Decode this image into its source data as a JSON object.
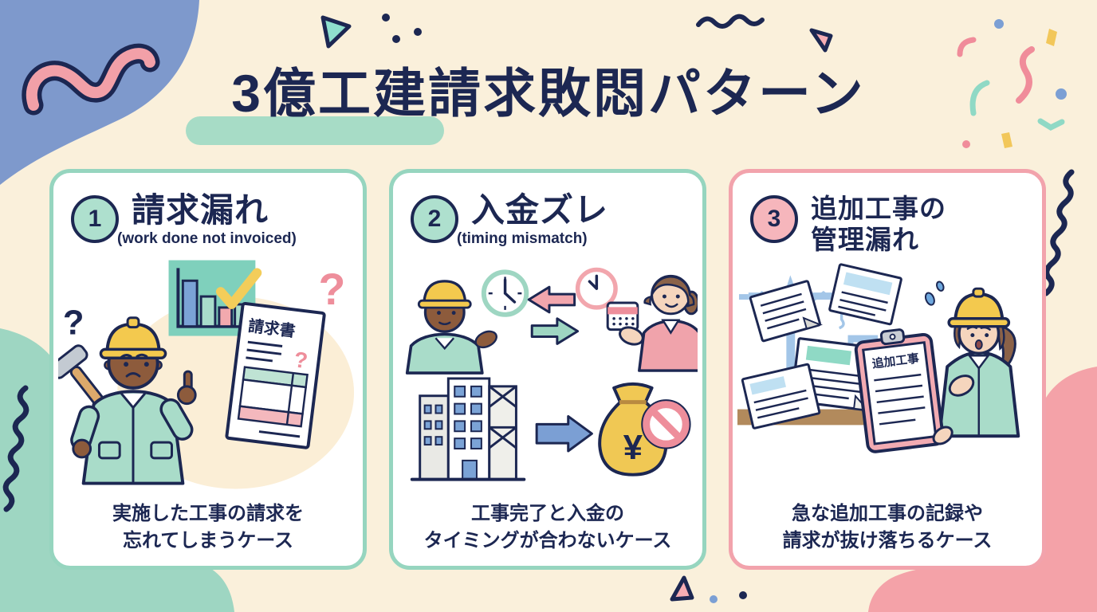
{
  "page": {
    "title": "3億工建請求敗悶パターン"
  },
  "cards": [
    {
      "number": "1",
      "title": "請求漏れ",
      "title_line2": "",
      "subtitle": "(work done not invoiced)",
      "caption_line1": "実施した工事の請求を",
      "caption_line2": "忘れてしまうケース",
      "accent_border": "#96D5BF",
      "badge_fill": "#AEE0CE",
      "illustration": {
        "invoice_label": "請求書",
        "question_mark": "?"
      }
    },
    {
      "number": "2",
      "title": "入金ズレ",
      "title_line2": "",
      "subtitle": "(timing mismatch)",
      "caption_line1": "工事完了と入金の",
      "caption_line2": "タイミングが合わないケース",
      "accent_border": "#96D5BF",
      "badge_fill": "#AEE0CE",
      "illustration": {
        "yen_symbol": "¥"
      }
    },
    {
      "number": "3",
      "title": "追加工事の",
      "title_line2": "管理漏れ",
      "subtitle": "",
      "caption_line1": "急な追加工事の記録や",
      "caption_line2": "請求が抜け落ちるケース",
      "accent_border": "#F2A3AC",
      "badge_fill": "#F6B6BC",
      "illustration": {
        "clipboard_label": "追加工事"
      }
    }
  ],
  "colors": {
    "background_cream": "#FAF0DB",
    "navy_text": "#1C2752",
    "blue_blob": "#7E99CC",
    "mint_blob": "#9ED6C2",
    "pink_blob": "#F4A2A8",
    "title_highlight": "#A7DCC6",
    "helmet_yellow": "#F3C94E",
    "uniform_teal": "#A9DCC9",
    "accent_pink": "#EE8E9B",
    "accent_blue": "#7B9FD4",
    "money_yellow": "#F0C854"
  }
}
